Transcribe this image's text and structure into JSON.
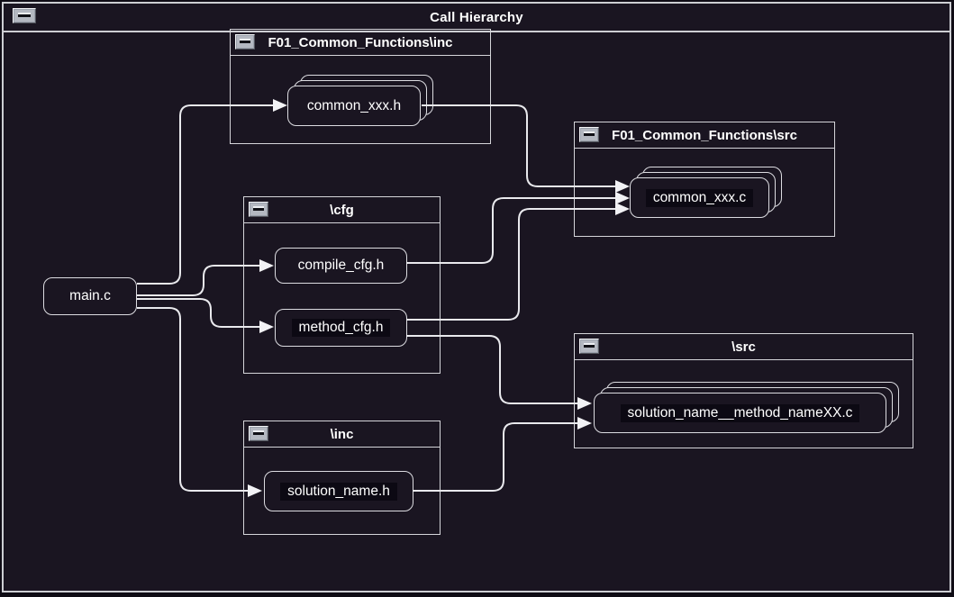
{
  "window": {
    "title": "Call Hierarchy",
    "minimize_icon": "minus-button"
  },
  "groups": {
    "common_inc": {
      "title": "F01_Common_Functions\\inc",
      "collapse_icon": "minus-button"
    },
    "common_src": {
      "title": "F01_Common_Functions\\src",
      "collapse_icon": "minus-button"
    },
    "cfg": {
      "title": "\\cfg",
      "collapse_icon": "minus-button"
    },
    "src": {
      "title": "\\src",
      "collapse_icon": "minus-button"
    },
    "inc": {
      "title": "\\inc",
      "collapse_icon": "minus-button"
    }
  },
  "nodes": {
    "main": {
      "label": "main.c",
      "stacked": false
    },
    "common_h": {
      "label": "common_xxx.h",
      "stacked": true,
      "group": "F01_Common_Functions\\inc"
    },
    "common_c": {
      "label": "common_xxx.c",
      "stacked": true,
      "group": "F01_Common_Functions\\src"
    },
    "compile_cfg": {
      "label": "compile_cfg.h",
      "stacked": false,
      "group": "\\cfg"
    },
    "method_cfg": {
      "label": "method_cfg.h",
      "stacked": false,
      "group": "\\cfg"
    },
    "solution_c": {
      "label": "solution_name__method_nameXX.c",
      "stacked": true,
      "group": "\\src"
    },
    "solution_h": {
      "label": "solution_name.h",
      "stacked": false,
      "group": "\\inc"
    }
  },
  "connections": [
    {
      "from": "main.c",
      "to": "common_xxx.h"
    },
    {
      "from": "main.c",
      "to": "compile_cfg.h"
    },
    {
      "from": "main.c",
      "to": "method_cfg.h"
    },
    {
      "from": "main.c",
      "to": "solution_name.h"
    },
    {
      "from": "common_xxx.h",
      "to": "common_xxx.c"
    },
    {
      "from": "compile_cfg.h",
      "to": "common_xxx.c"
    },
    {
      "from": "method_cfg.h",
      "to": "common_xxx.c"
    },
    {
      "from": "method_cfg.h",
      "to": "solution_name__method_nameXX.c"
    },
    {
      "from": "solution_name.h",
      "to": "solution_name__method_nameXX.c"
    }
  ],
  "colors": {
    "background": "#1a1521",
    "border": "#d5d5da",
    "connector": "#e9e9ed",
    "text": "#ffffff"
  }
}
